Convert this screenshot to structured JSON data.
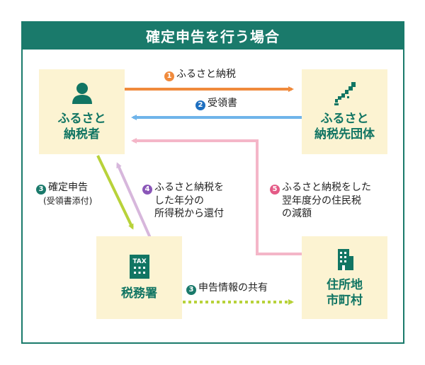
{
  "title": "確定申告を行う場合",
  "nodes": {
    "taxpayer": {
      "line1": "ふるさと",
      "line2": "納税者",
      "icon": "person-icon"
    },
    "municipality_donee": {
      "line1": "ふるさと",
      "line2": "納税先団体",
      "icon": "japan-map-icon"
    },
    "tax_office": {
      "line1": "税務署",
      "icon_text": "TAX",
      "icon": "tax-office-icon"
    },
    "residence": {
      "line1": "住所地",
      "line2": "市町村",
      "icon": "building-icon"
    }
  },
  "steps": [
    {
      "num": "1",
      "label": "ふるさと納税",
      "color": "#f08a3c"
    },
    {
      "num": "2",
      "label": "受領書",
      "color": "#1e6fc0"
    },
    {
      "num": "3",
      "label": "確定申告",
      "sub": "(受領書添付)",
      "color": "#1a7a6b"
    },
    {
      "num": "4",
      "label_lines": [
        "ふるさと納税を",
        "した年分の",
        "所得税から還付"
      ],
      "color": "#8a56b8"
    },
    {
      "num": "5",
      "label_lines": [
        "ふるさと納税をした",
        "翌年度分の住民税",
        "の減額"
      ],
      "color": "#e45a86"
    },
    {
      "num": "3",
      "label": "申告情報の共有",
      "color": "#1a7a6b"
    }
  ],
  "colors": {
    "frame": "#1a7a6b",
    "box": "#fcf3d2",
    "node_text": "#117563",
    "arrow1": "#f08a3c",
    "arrow2": "#6fb4ea",
    "arrow3": "#b8d23a",
    "arrow4": "#d7b7dc",
    "arrow5": "#f4b6c8"
  }
}
